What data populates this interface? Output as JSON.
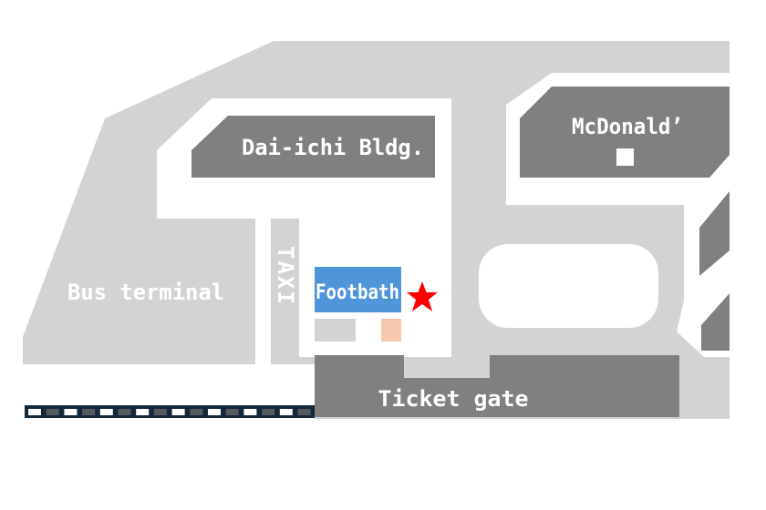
{
  "map": {
    "labels": {
      "dai_ichi": "Dai-ichi Bldg.",
      "mcdonalds": "McDonald’",
      "bus_terminal": "Bus terminal",
      "taxi": "TAXI",
      "footbath": "Footbath",
      "ticket_gate": "Ticket gate"
    },
    "marker_icon": "star-icon",
    "colors": {
      "road": "#d3d3d3",
      "building": "#808080",
      "footbath": "#4f95da",
      "marker": "#ff0000",
      "accent_peach": "#f5c8ad",
      "railway": "#15283a"
    }
  }
}
